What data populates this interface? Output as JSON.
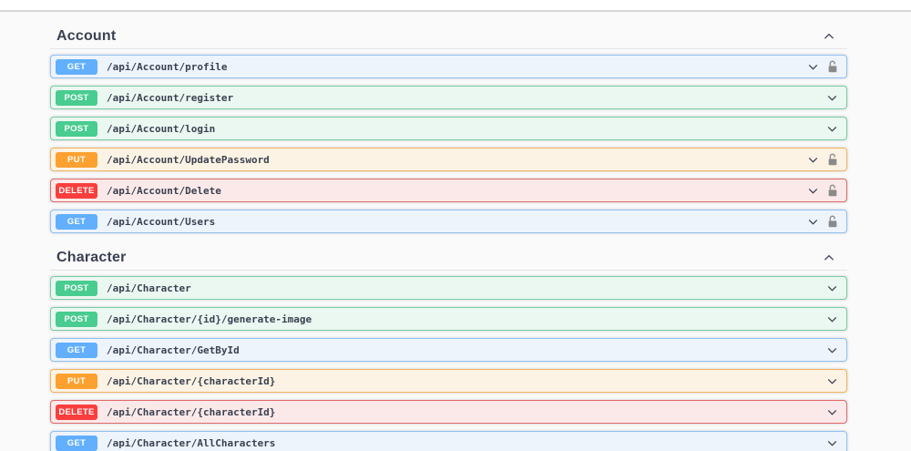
{
  "page": {
    "background": "#fafafa",
    "topbar_background": "#ffffff",
    "text_color": "#3b4151",
    "divider_color": "#d6d6d6"
  },
  "method_colors": {
    "GET": {
      "badge": "#61affe",
      "border": "#8fc1f2",
      "row_bg": "#eef4fc"
    },
    "POST": {
      "badge": "#49cc90",
      "border": "#79ccA5",
      "row_bg": "#ebf7f1"
    },
    "PUT": {
      "badge": "#fca130",
      "border": "#f0b35e",
      "row_bg": "#fdf3e4"
    },
    "DELETE": {
      "badge": "#f93e3e",
      "border": "#e06a6a",
      "row_bg": "#fbe9e9"
    }
  },
  "icons": {
    "section_collapse": "chevron-up-icon",
    "row_expand": "chevron-down-icon",
    "auth": "unlock-icon",
    "lock_color": "#909090",
    "chevron_color": "#3b4151"
  },
  "sections": [
    {
      "title": "Account",
      "expanded": true,
      "endpoints": [
        {
          "method": "GET",
          "path": "/api/Account/profile",
          "locked": true
        },
        {
          "method": "POST",
          "path": "/api/Account/register",
          "locked": false
        },
        {
          "method": "POST",
          "path": "/api/Account/login",
          "locked": false
        },
        {
          "method": "PUT",
          "path": "/api/Account/UpdatePassword",
          "locked": true
        },
        {
          "method": "DELETE",
          "path": "/api/Account/Delete",
          "locked": true
        },
        {
          "method": "GET",
          "path": "/api/Account/Users",
          "locked": true
        }
      ]
    },
    {
      "title": "Character",
      "expanded": true,
      "endpoints": [
        {
          "method": "POST",
          "path": "/api/Character",
          "locked": false
        },
        {
          "method": "POST",
          "path": "/api/Character/{id}/generate-image",
          "locked": false
        },
        {
          "method": "GET",
          "path": "/api/Character/GetById",
          "locked": false
        },
        {
          "method": "PUT",
          "path": "/api/Character/{characterId}",
          "locked": false
        },
        {
          "method": "DELETE",
          "path": "/api/Character/{characterId}",
          "locked": false
        },
        {
          "method": "GET",
          "path": "/api/Character/AllCharacters",
          "locked": false
        }
      ]
    }
  ]
}
